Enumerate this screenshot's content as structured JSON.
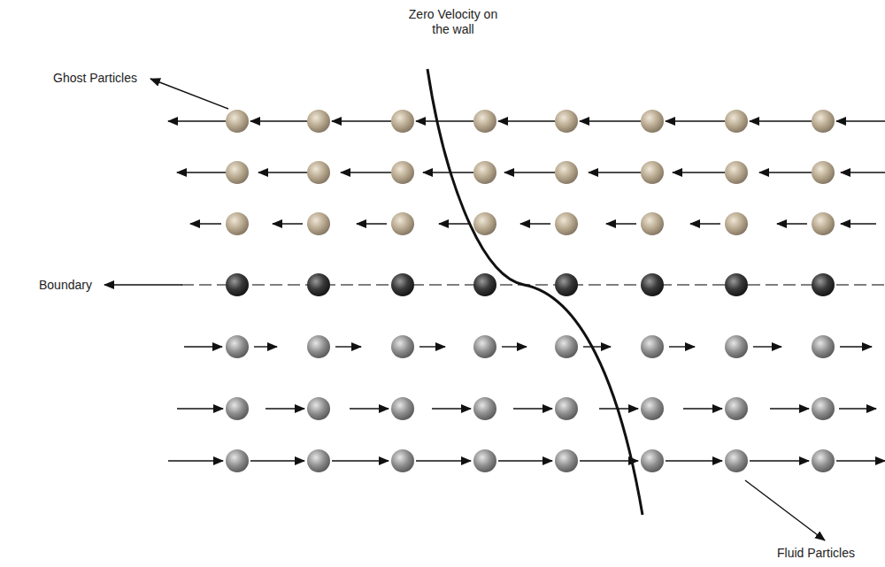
{
  "diagram": {
    "labels": [
      "Zero Velocity on the wall",
      "Ghost Particles",
      "Boundary",
      "Fluid Particles"
    ]
  }
}
